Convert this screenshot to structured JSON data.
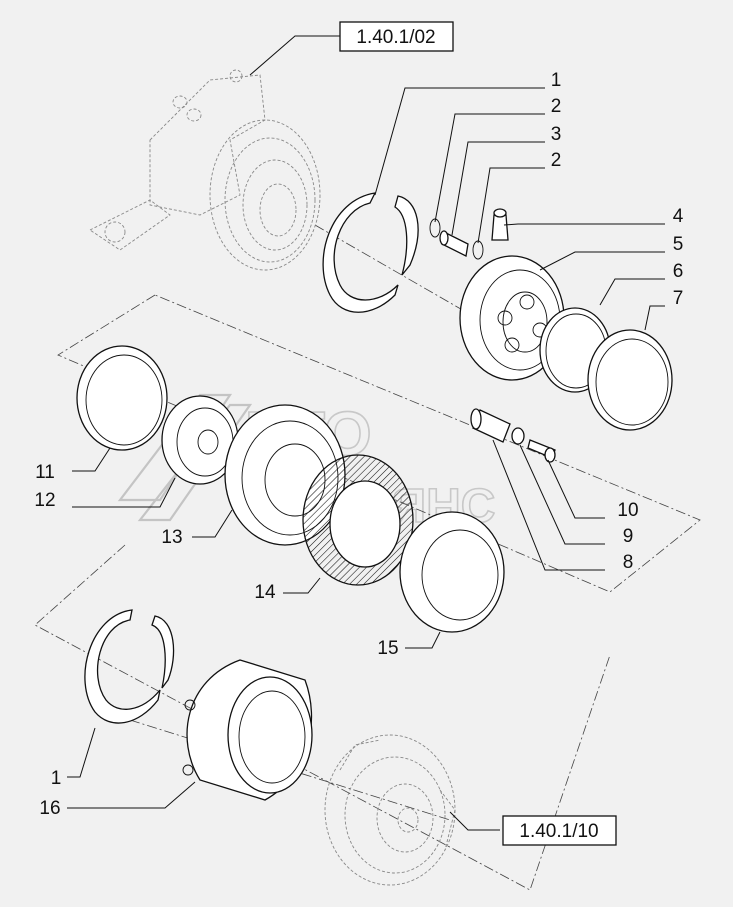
{
  "references": [
    {
      "id": "ref-top",
      "text": "1.40.1/02"
    },
    {
      "id": "ref-bottom",
      "text": "1.40.1/10"
    }
  ],
  "callouts": [
    {
      "id": "c1a",
      "text": "1"
    },
    {
      "id": "c2a",
      "text": "2"
    },
    {
      "id": "c3",
      "text": "3"
    },
    {
      "id": "c2b",
      "text": "2"
    },
    {
      "id": "c4",
      "text": "4"
    },
    {
      "id": "c5",
      "text": "5"
    },
    {
      "id": "c6",
      "text": "6"
    },
    {
      "id": "c7",
      "text": "7"
    },
    {
      "id": "c10",
      "text": "10"
    },
    {
      "id": "c9",
      "text": "9"
    },
    {
      "id": "c8",
      "text": "8"
    },
    {
      "id": "c11",
      "text": "11"
    },
    {
      "id": "c12",
      "text": "12"
    },
    {
      "id": "c13",
      "text": "13"
    },
    {
      "id": "c14",
      "text": "14"
    },
    {
      "id": "c15",
      "text": "15"
    },
    {
      "id": "c1b",
      "text": "1"
    },
    {
      "id": "c16",
      "text": "16"
    }
  ],
  "watermark": {
    "line1": "АВТО",
    "line2": "АЛЬЯНС"
  },
  "colors": {
    "background": "#f1f1f1",
    "ink": "#111111",
    "watermark": "#c8c8c8"
  }
}
